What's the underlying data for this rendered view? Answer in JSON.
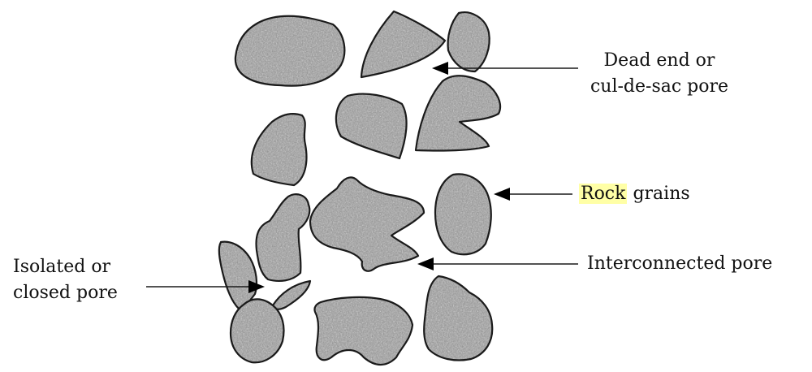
{
  "labels": {
    "dead_end": [
      "Dead end or",
      "cul-de-sac pore"
    ],
    "rock_grains": {
      "highlight": "Rock",
      "rest": " grains"
    },
    "interconnected": "Interconnected pore",
    "isolated": [
      "Isolated or",
      "closed pore"
    ]
  },
  "colors": {
    "highlight": "#ffffa6",
    "grain_fill": "#8f8f8f",
    "grain_outline": "#1a1a1a"
  }
}
